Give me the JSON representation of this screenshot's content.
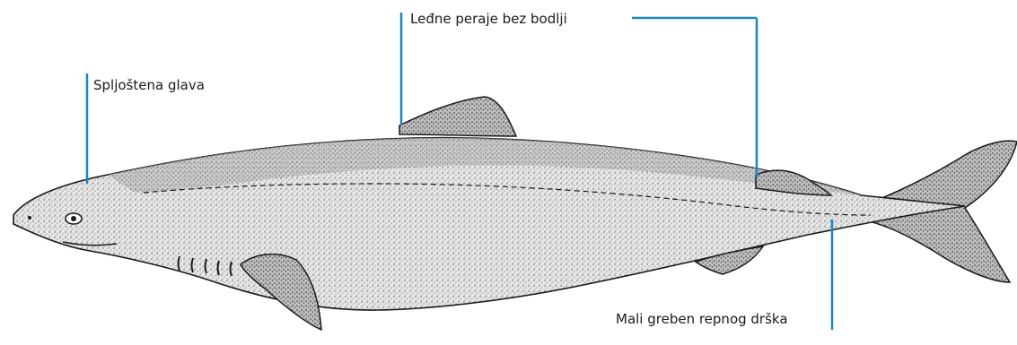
{
  "labels": {
    "head": "Spljoštena glava",
    "dorsal_fins": "Leđne peraje bez bodlji",
    "caudal_keel": "Mali greben repnog drška"
  },
  "colors": {
    "leader_line": "#1a87c8",
    "shark_fill": "#d9d9d9",
    "shark_outline": "#1a1a1a"
  }
}
